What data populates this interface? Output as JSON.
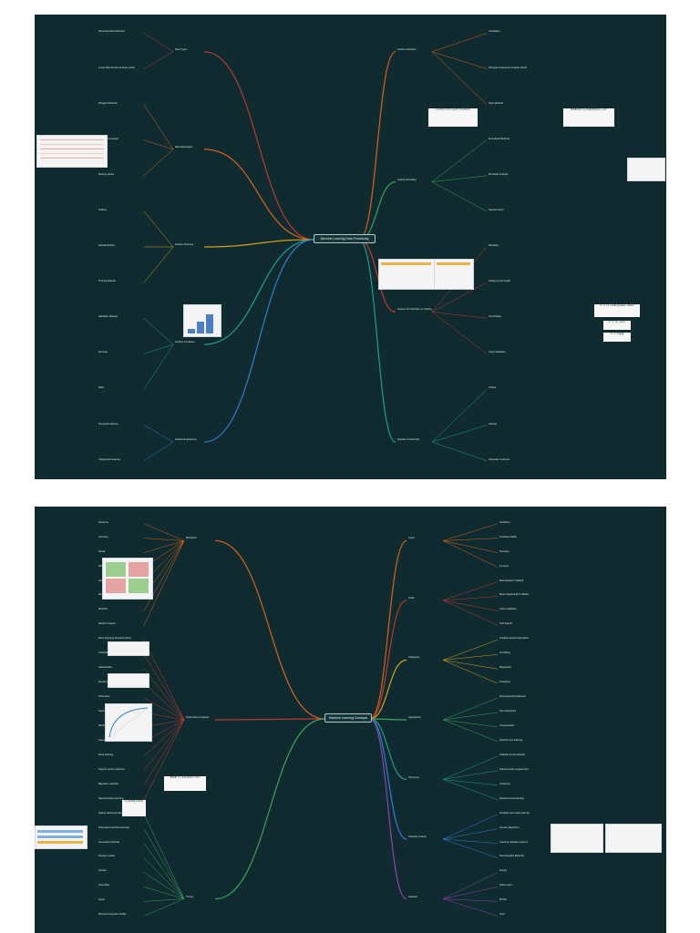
{
  "colors": {
    "background": "#0f2b2f",
    "page": "#ffffff",
    "branch_orange": "#d9621a",
    "branch_red": "#c0392b",
    "branch_yellow": "#d4a017",
    "branch_green": "#3aa35a",
    "branch_blue": "#2f7fd0",
    "branch_purple": "#8e44ad",
    "branch_teal": "#1f9e8f"
  },
  "top_map": {
    "center": "Machine Learning Data Processing",
    "branches": [
      {
        "label": "Data Types",
        "side": "left",
        "color": "branch_red"
      },
      {
        "label": "Data Exploration",
        "side": "left",
        "color": "branch_orange"
      },
      {
        "label": "Feature Cleaning",
        "side": "left",
        "color": "branch_yellow"
      },
      {
        "label": "Feature Imputation",
        "side": "left",
        "color": "branch_teal"
      },
      {
        "label": "Feature Engineering",
        "side": "left",
        "color": "branch_blue"
      },
      {
        "label": "Feature Selection",
        "side": "right",
        "color": "branch_orange"
      },
      {
        "label": "Feature Encoding",
        "side": "right",
        "color": "branch_green"
      },
      {
        "label": "Feature Normalization or Scaling",
        "side": "right",
        "color": "branch_red"
      },
      {
        "label": "Dataset Construction",
        "side": "right",
        "color": "branch_teal"
      }
    ],
    "sub_labels": [
      "Correlation",
      "Dimensionality Reduction",
      "Principal Component Analysis (PCA)",
      "Linear Discriminant Analysis (LDA)",
      "Filter Methods",
      "Wrapper Methods",
      "Embedded Methods",
      "Univariate Analysis",
      "Bi-variate Analysis",
      "Missing values",
      "Special values",
      "Outliers",
      "Rescaling",
      "Standardization",
      "Scaling to unit length",
      "Training Dataset",
      "Test Dataset",
      "Validation Dataset",
      "Cross Validation",
      "Nominal",
      "Ordinal",
      "Ratio",
      "Interval",
      "Temporal Features",
      "Interaction Features",
      "Categorical Features"
    ]
  },
  "bottom_map": {
    "center": "Machine Learning Concepts",
    "branches": [
      {
        "label": "Motivation",
        "side": "left",
        "color": "branch_orange"
      },
      {
        "label": "Performance Analysis",
        "side": "left",
        "color": "branch_red"
      },
      {
        "label": "Tuning",
        "side": "left",
        "color": "branch_green"
      },
      {
        "label": "Types",
        "side": "right",
        "color": "branch_orange"
      },
      {
        "label": "Kinds",
        "side": "right",
        "color": "branch_red"
      },
      {
        "label": "Categories",
        "side": "right",
        "color": "branch_yellow"
      },
      {
        "label": "Approaches",
        "side": "right",
        "color": "branch_green"
      },
      {
        "label": "Taxonomy",
        "side": "right",
        "color": "branch_teal"
      },
      {
        "label": "Selection Criteria",
        "side": "right",
        "color": "branch_blue"
      },
      {
        "label": "Libraries",
        "side": "right",
        "color": "branch_purple"
      }
    ],
    "sub_labels": [
      "Prediction",
      "Inference",
      "Confusion Matrix",
      "Accuracy",
      "Precision",
      "Recall",
      "F1 score",
      "ROC Curve - Receiver Operating Characteristics",
      "Bias-Variance Tradeoff",
      "Goodness of Fit = R^2",
      "Mean Squared Error (MSE)",
      "Error Rate",
      "Cross-validation",
      "Methods",
      "Grid Search",
      "Random Search",
      "Gradient-based optimization",
      "Early Stopping (Regularization)",
      "Overfitting",
      "Underfitting",
      "Regression",
      "Classification",
      "Clustering",
      "Density Estimation",
      "Dimensionality Reduction",
      "Parametric",
      "Non-Parametric",
      "Supervised",
      "Unsupervised",
      "Reinforcement Learning",
      "Decision tree learning",
      "Association rule learning",
      "Artificial neural networks",
      "Deep learning",
      "Inductive logic programming",
      "Support vector machines",
      "Clustering",
      "Bayesian networks",
      "Reinforcement learning",
      "Representation learning",
      "Similarity and metric learning",
      "Sparse dictionary learning",
      "Genetic algorithms",
      "Rule-based machine learning",
      "Learning classifier systems",
      "Generative Methods",
      "Discriminative Methods",
      "Popular models",
      "Numpy",
      "Pandas",
      "Scikit-Learn",
      "Tensorflow",
      "MXNet",
      "Keras",
      "Torch",
      "Microsoft Cognitive Toolkit"
    ]
  }
}
